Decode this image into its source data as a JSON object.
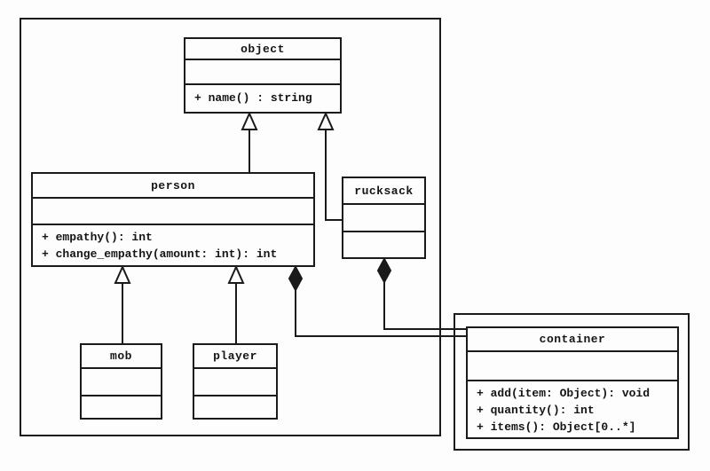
{
  "diagram": {
    "kind": "uml-class-diagram",
    "classes": {
      "object": {
        "name": "object",
        "attributes": [],
        "methods": [
          "+ name() : string"
        ]
      },
      "person": {
        "name": "person",
        "attributes": [],
        "methods": [
          "+ empathy(): int",
          "+ change_empathy(amount: int): int"
        ]
      },
      "rucksack": {
        "name": "rucksack",
        "attributes": [],
        "methods": []
      },
      "mob": {
        "name": "mob",
        "attributes": [],
        "methods": []
      },
      "player": {
        "name": "player",
        "attributes": [],
        "methods": []
      },
      "container": {
        "name": "container",
        "attributes": [],
        "methods": [
          "+ add(item: Object): void",
          "+ quantity(): int",
          "+ items(): Object[0..*]"
        ]
      }
    },
    "relations": [
      {
        "type": "inheritance",
        "from": "person",
        "to": "object"
      },
      {
        "type": "inheritance",
        "from": "rucksack",
        "to": "object"
      },
      {
        "type": "inheritance",
        "from": "mob",
        "to": "person"
      },
      {
        "type": "inheritance",
        "from": "player",
        "to": "person"
      },
      {
        "type": "composition",
        "diamond_at": "person",
        "connects_to": "container"
      },
      {
        "type": "composition",
        "diamond_at": "rucksack",
        "connects_to": "container"
      }
    ],
    "colors": {
      "line": "#1a1a1a",
      "background": "#fdfdfd",
      "diamond_fill": "#1a1a1a",
      "triangle_fill": "#fdfdfd"
    }
  }
}
